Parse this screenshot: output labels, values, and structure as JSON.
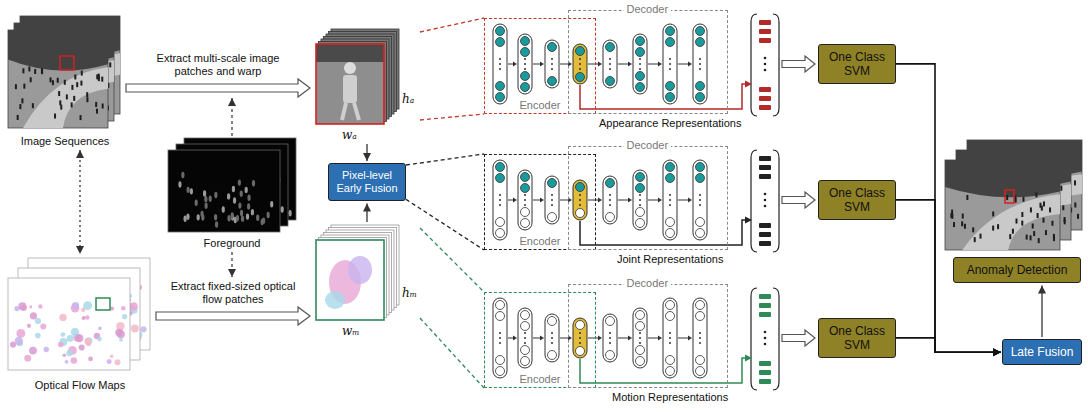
{
  "diagram": {
    "nodes": [
      {
        "text": [
          "Image Sequences"
        ]
      },
      {
        "text": [
          "Foreground"
        ]
      },
      {
        "text": [
          "Optical Flow Maps"
        ]
      },
      {
        "text": [
          "hₐ",
          "wₐ"
        ]
      },
      {
        "text": [
          "hₘ",
          "wₘ"
        ]
      },
      {
        "text": [
          "Pixel-level Early Fusion"
        ]
      },
      {
        "text": [
          "Encoder"
        ]
      },
      {
        "text": [
          "Decoder"
        ]
      },
      {
        "text": [
          "Encoder"
        ]
      },
      {
        "text": [
          "Decoder"
        ]
      },
      {
        "text": [
          "Encoder"
        ]
      },
      {
        "text": [
          "Decoder"
        ]
      },
      {
        "text": [
          "One Class SVM"
        ]
      },
      {
        "text": [
          "One Class SVM"
        ]
      },
      {
        "text": [
          "One Class SVM"
        ]
      },
      {
        "text": [
          "Anomaly Detection"
        ]
      },
      {
        "text": [
          "Late Fusion"
        ]
      }
    ],
    "edges": [
      {
        "from": 0,
        "to": 3,
        "arrow": "to",
        "label": "Extract multi-scale image patches and warp"
      },
      {
        "from": 2,
        "to": 4,
        "arrow": "to",
        "label": "Extract fixed-sized optical flow patches"
      },
      {
        "from": 0,
        "to": 2,
        "arrow": "both"
      },
      {
        "from": 3,
        "to": 5,
        "arrow": "to"
      },
      {
        "from": 4,
        "to": 5,
        "arrow": "to"
      },
      {
        "from": 3,
        "to": 6,
        "arrow": "none"
      },
      {
        "from": 5,
        "to": 8,
        "arrow": "none"
      },
      {
        "from": 4,
        "to": 10,
        "arrow": "none"
      },
      {
        "from": 12,
        "to": 16,
        "arrow": "to"
      },
      {
        "from": 13,
        "to": 16,
        "arrow": "to"
      },
      {
        "from": 14,
        "to": 16,
        "arrow": "to"
      },
      {
        "from": 16,
        "to": 15,
        "arrow": "to"
      }
    ],
    "labels": [
      "Appearance Representations",
      "Joint Representations",
      "Motion Representations"
    ]
  }
}
